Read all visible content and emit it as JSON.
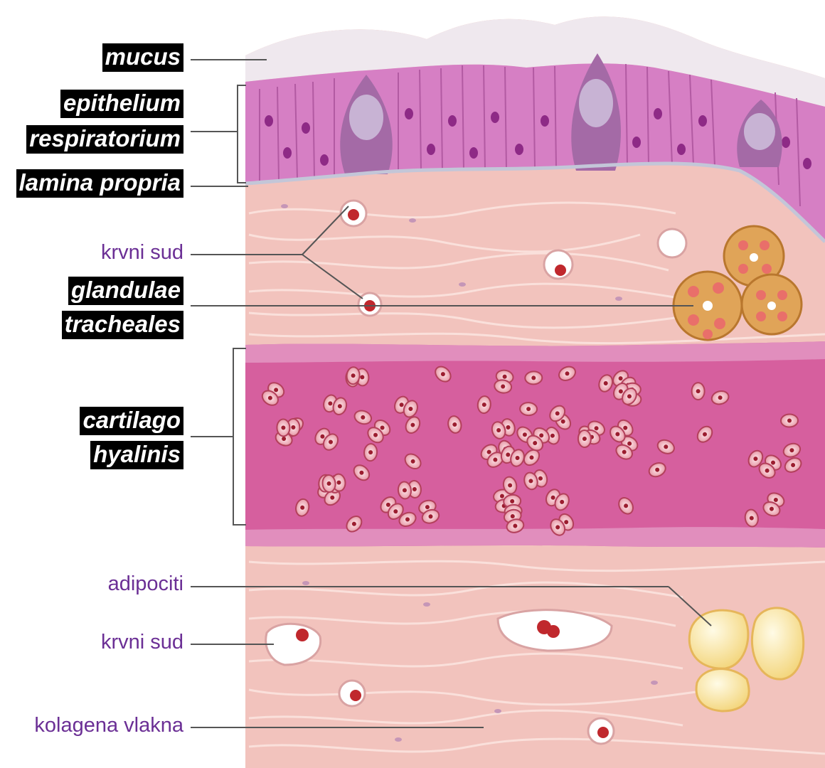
{
  "labels": {
    "mucus": "mucus",
    "epithelium_1": "epithelium",
    "epithelium_2": "respiratorium",
    "lamina_propria": "lamina propria",
    "krvni_sud_top": "krvni sud",
    "glandulae_1": "glandulae",
    "glandulae_2": "tracheales",
    "cartilago_1": "cartilago",
    "cartilago_2": "hyalinis",
    "adipociti": "adipociti",
    "krvni_sud_bottom": "krvni sud",
    "kolagena_vlakna": "kolagena vlakna"
  },
  "colors": {
    "highlight_bg": "#000000",
    "highlight_text": "#ffffff",
    "plain_text": "#6b2f95",
    "leader_line": "#555555",
    "connective_tissue": "#f2c3bd",
    "epithelium": "#d67fc4",
    "cartilage_matrix": "#d65f9e",
    "gland": "#e0a458",
    "adipocyte": "#fbeeb0",
    "blood_cell": "#c0282d"
  }
}
